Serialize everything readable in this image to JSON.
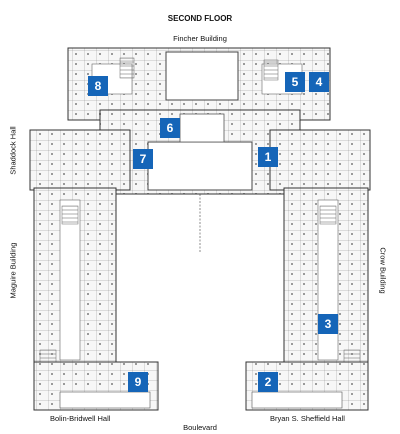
{
  "map": {
    "title": "SECOND FLOOR",
    "labels": {
      "north": "Fincher Building",
      "south": "Boulevard",
      "west_upper": "Shaddock Hall",
      "west_lower": "Maguire Building",
      "east": "Crow Building",
      "southwest": "Bolin-Bridwell Hall",
      "southeast": "Bryan S. Sheffield Hall"
    },
    "markers": [
      "1",
      "2",
      "3",
      "4",
      "5",
      "6",
      "7",
      "8",
      "9"
    ],
    "colors": {
      "marker": "#1565b8",
      "wall": "#555555",
      "room": "#f4f4f4",
      "hatch": "#bbbbbb"
    }
  }
}
